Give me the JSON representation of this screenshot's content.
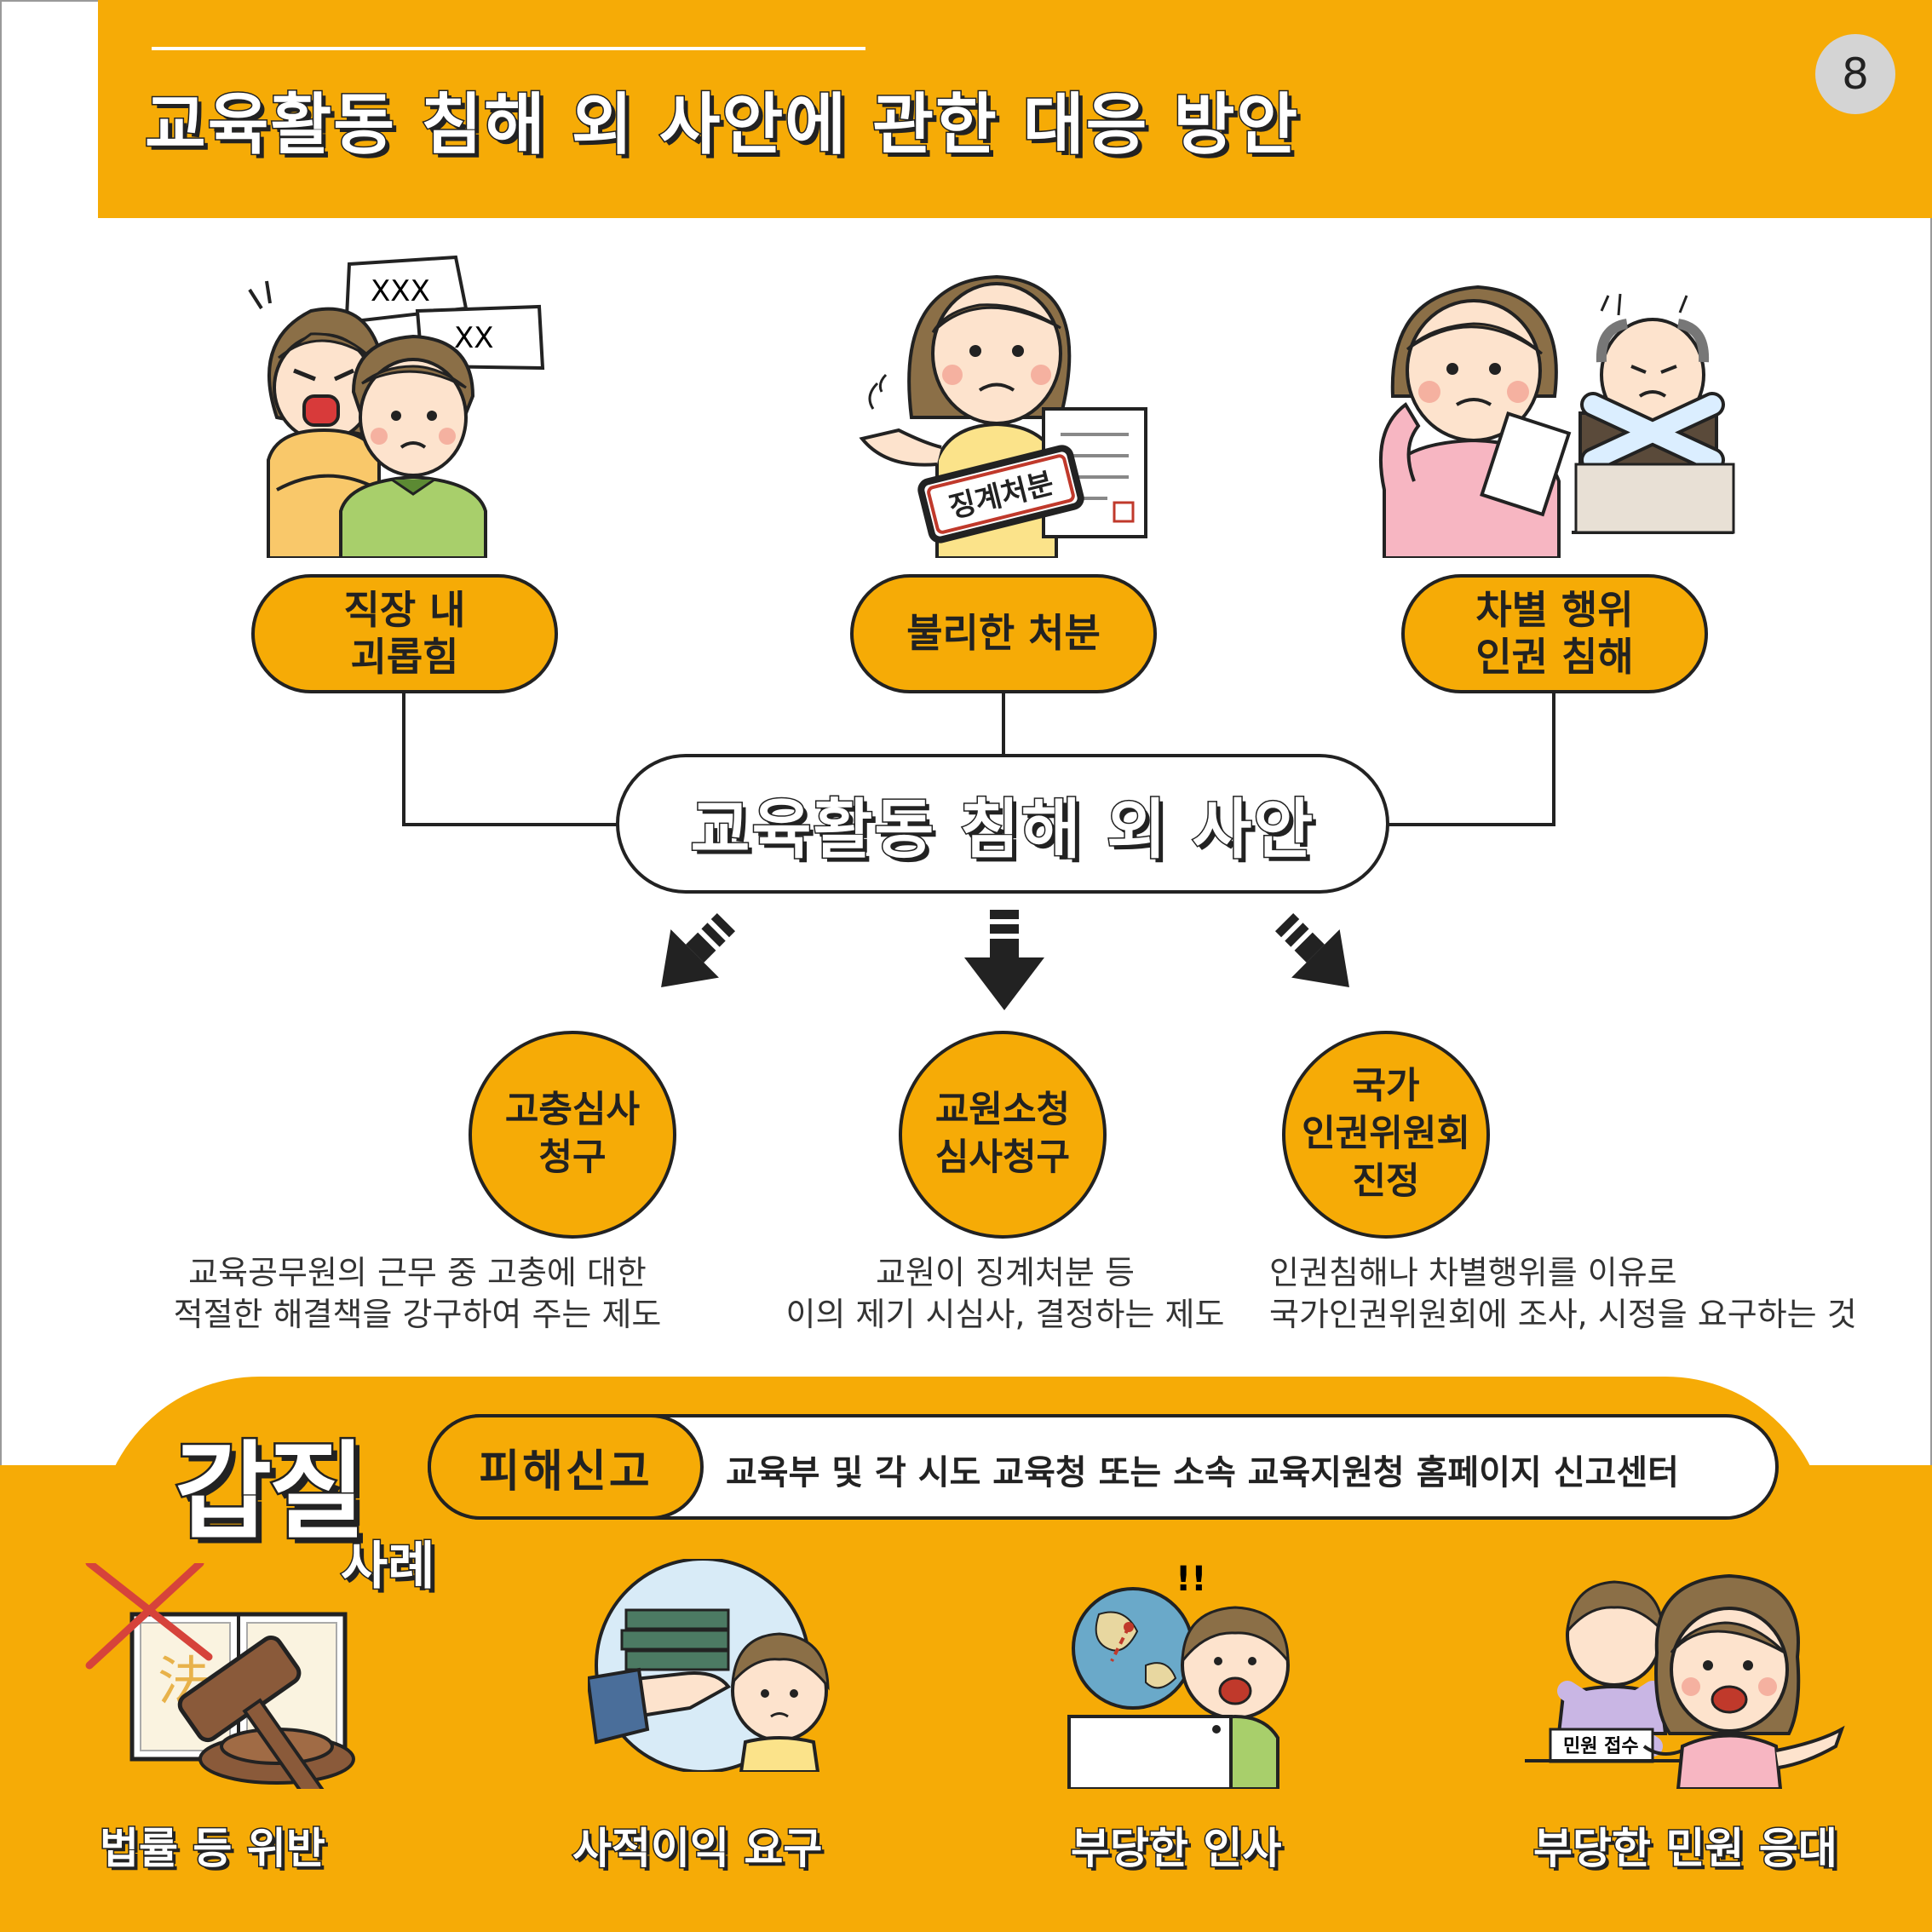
{
  "header": {
    "title": "교육활동 침해 외 사안에 관한 대응 방안",
    "page_number": "8"
  },
  "categories": [
    {
      "label": "직장 내\n괴롭힘",
      "illustration": "angry-parent-shouting-at-teacher",
      "speech": [
        "XXX",
        "XX"
      ]
    },
    {
      "label": "불리한 처분",
      "illustration": "teacher-with-disciplinary-document",
      "stamp": "징계처분"
    },
    {
      "label": "차별 행위\n인권 침해",
      "illustration": "teacher-rejected-by-principal"
    }
  ],
  "center": {
    "label": "교육활동 침해 외 사안"
  },
  "remedies": [
    {
      "label": "고충심사\n청구",
      "description": "교육공무원의 근무 중 고충에 대한\n적절한 해결책을 강구하여 주는 제도"
    },
    {
      "label": "교원소청\n심사청구",
      "description": "교원이 징계처분 등\n이의 제기 시심사, 결정하는 제도"
    },
    {
      "label": "국가\n인권위원회\n진정",
      "description": "인권침해나 차별행위를 이유로\n국가인권위원회에 조사, 시정을 요구하는 것"
    }
  ],
  "gapjil": {
    "title": "갑질",
    "subtitle": "사례",
    "report_label": "피해신고",
    "report_text": "교육부 및 각 시도 교육청 또는 소속 교육지원청 홈페이지 신고센터",
    "cases": [
      {
        "label": "법률 등 위반",
        "law_char": "法"
      },
      {
        "label": "사적이익 요구"
      },
      {
        "label": "부당한 인사",
        "exclaim": "!!"
      },
      {
        "label": "부당한 민원 응대",
        "desk_sign": "민원 접수"
      }
    ]
  },
  "colors": {
    "accent": "#f6ab06",
    "ink": "#222222",
    "white": "#ffffff"
  }
}
